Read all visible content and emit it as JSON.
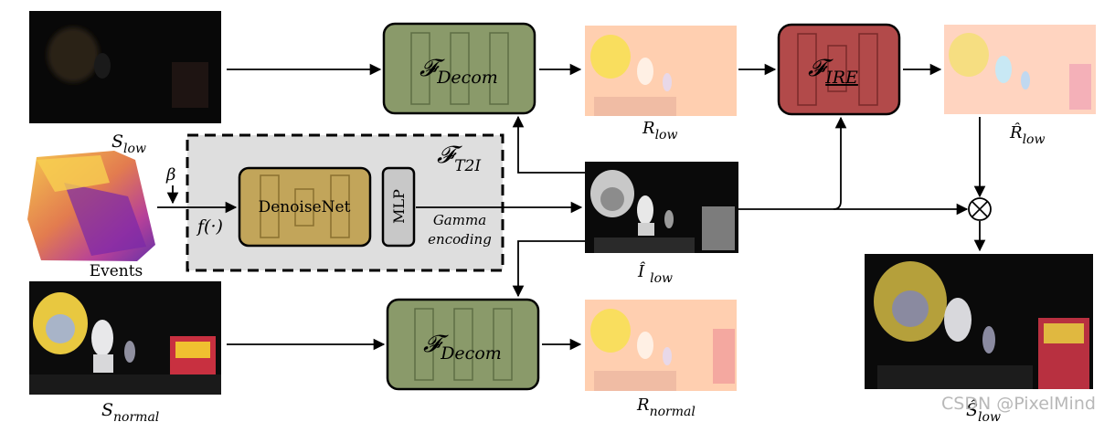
{
  "labels": {
    "s_low": {
      "main": "S",
      "sub": "low"
    },
    "s_normal": {
      "main": "S",
      "sub": "normal"
    },
    "events": "Events",
    "beta": "β",
    "f_func": "f(·)",
    "t2i": {
      "main": "𝓕",
      "sub": "T2I"
    },
    "denoisenet": "DenoiseNet",
    "mlp": "MLP",
    "gamma_line1": "Gamma",
    "gamma_line2": "encoding",
    "decom_top": {
      "main": "𝓕",
      "sub": "Decom"
    },
    "decom_bottom": {
      "main": "𝓕",
      "sub": "Decom"
    },
    "r_low": {
      "main": "R",
      "sub": "low"
    },
    "r_normal": {
      "main": "R",
      "sub": "normal"
    },
    "ire": {
      "main": "𝓕",
      "sub": "IRE"
    },
    "r_hat_low": {
      "main": "R̂",
      "sub": "low"
    },
    "i_hat_low": {
      "main": "Î",
      "sub": "low"
    },
    "multiply": "⊗",
    "s_hat_low": {
      "main": "Ŝ",
      "sub": "low"
    }
  },
  "watermark": "CSDN @PixelMind",
  "colors": {
    "decom_fill": "#8a9a6a",
    "ire_fill": "#b24a4a",
    "denoise_fill": "#c2a55a",
    "mlp_fill": "#c8c8c8",
    "t2i_fill": "#dedede",
    "reflectance": "#ffcfb0"
  }
}
